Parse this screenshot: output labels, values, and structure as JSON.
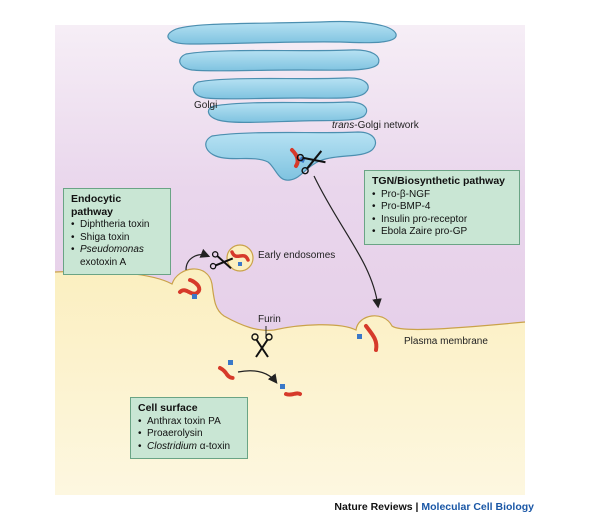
{
  "labels": {
    "golgi": "Golgi",
    "tgn_italic": "trans",
    "tgn_rest": "-Golgi network",
    "early_endosomes": "Early endosomes",
    "furin": "Furin",
    "plasma_membrane": "Plasma membrane"
  },
  "endocytic": {
    "title": "Endocytic pathway",
    "items": [
      "Diphtheria toxin",
      "Shiga toxin"
    ],
    "pseudo_italic": "Pseudomonas",
    "pseudo_rest": "exotoxin A"
  },
  "tgn_box": {
    "title": "TGN/Biosynthetic pathway",
    "items": [
      "Pro-β-NGF",
      "Pro-BMP-4",
      "Insulin pro-receptor",
      "Ebola Zaire pro-GP"
    ]
  },
  "cell_surface": {
    "title": "Cell surface",
    "items": [
      "Anthrax toxin PA",
      "Proaerolysin"
    ],
    "clost_italic": "Clostridium",
    "clost_rest": " α-toxin"
  },
  "credit": {
    "publisher": "Nature Reviews",
    "separator": " | ",
    "journal": "Molecular Cell Biology"
  },
  "colors": {
    "cytoplasm_top": "#e8d4ea",
    "cytoplasm_bottom": "#f7ecf4",
    "extracellular": "#fbf1c4",
    "golgi_fill": "#8fcfe8",
    "golgi_stroke": "#4c8fb0",
    "box_fill": "#c9e6d4",
    "protein": "#d63a2a",
    "journal_blue": "#1a57a6"
  }
}
